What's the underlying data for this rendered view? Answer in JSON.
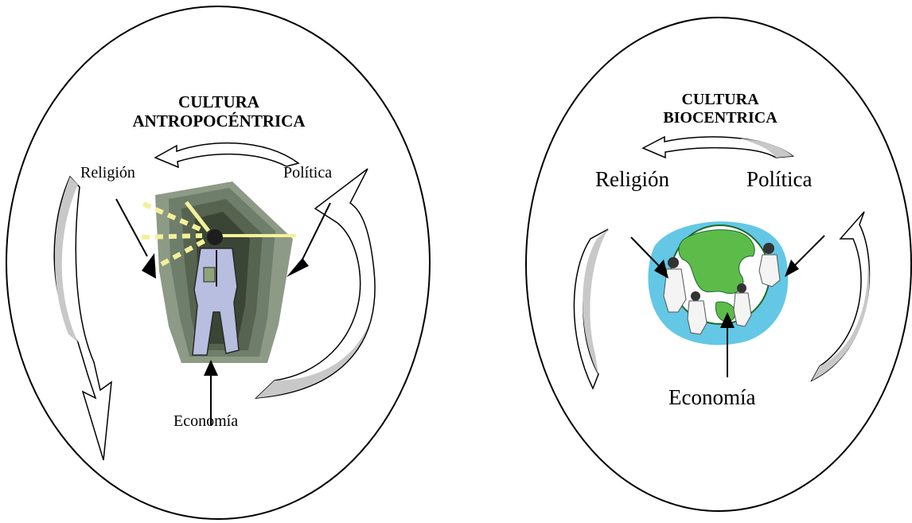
{
  "left_panel": {
    "title_line1": "CULTURA",
    "title_line2": "ANTROPOCÉNTRICA",
    "label_religion": "Religión",
    "label_politica": "Política",
    "label_economia": "Economía"
  },
  "right_panel": {
    "title_line1": "CULTURA",
    "title_line2": "BIOCENTRICA",
    "label_religion": "Religión",
    "label_politica": "Política",
    "label_economia": "Economía"
  },
  "colors": {
    "stroke": "#000000",
    "arrow_fill_gray": "#c8c8c8",
    "man_suit": "#b8bedf",
    "man_background": "#7f8f7a",
    "light_beam": "#f3f09a",
    "globe_land": "#5dbb4a",
    "globe_ocean": "#64c7e6"
  },
  "icons": {
    "left_center": "businessman-clipart",
    "right_center": "globe-with-people-clipart"
  }
}
